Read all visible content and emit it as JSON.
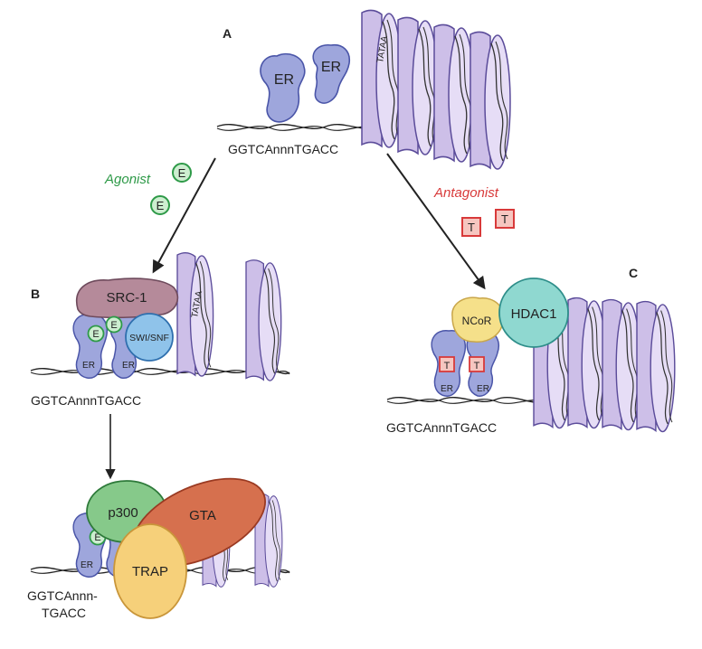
{
  "panels": {
    "a": "A",
    "b": "B",
    "c": "C"
  },
  "sequence": {
    "full": "GGTCAnnnTGACC",
    "split_1": "GGTCAnnn-",
    "split_2": "TGACC"
  },
  "arrows": {
    "agonist": "Agonist",
    "antagonist": "Antagonist"
  },
  "ligands": {
    "estrogen": "E",
    "tamoxifen": "T"
  },
  "proteins": {
    "er": "ER",
    "src1": "SRC-1",
    "swi_snf": "SWI/SNF",
    "ncor": "NCoR",
    "hdac1": "HDAC1",
    "p300": "p300",
    "gta": "GTA",
    "trap": "TRAP"
  },
  "promoter": {
    "tata": "TATAA"
  },
  "colors": {
    "er": "#9ea6dc",
    "nucleosome": "#cdbfe8",
    "agonist": "#2e9a48",
    "antagonist": "#d83a3a",
    "src1": "#b58a9a",
    "swi_snf": "#8fc3ea",
    "hdac1": "#8fd8d0",
    "ncor": "#f5e08a",
    "p300": "#86c98a",
    "gta": "#d6704e",
    "trap": "#f6d07a"
  }
}
